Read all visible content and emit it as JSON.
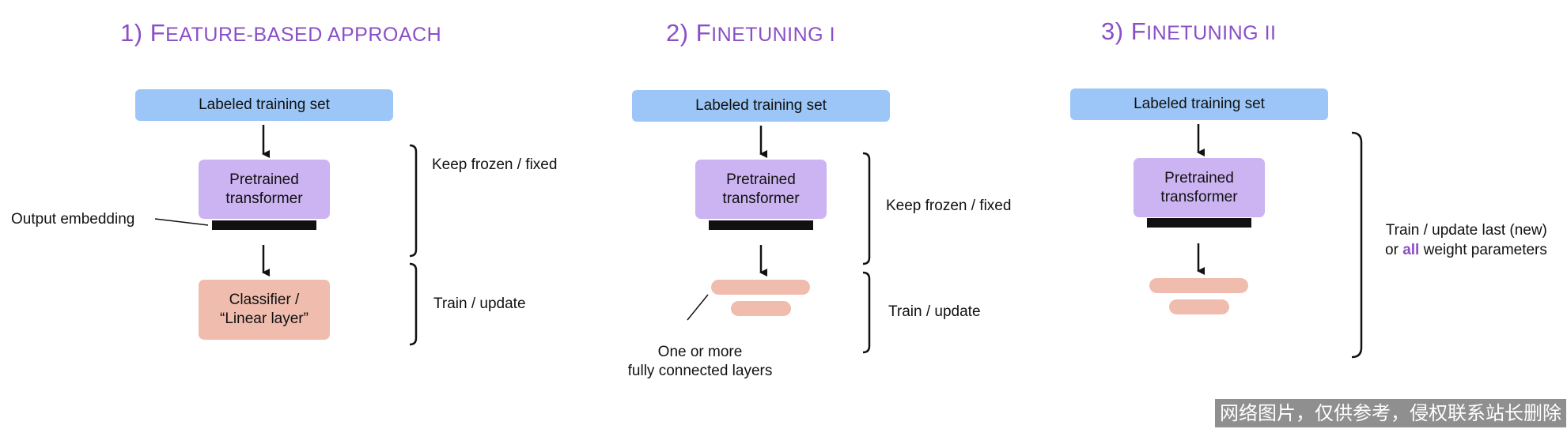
{
  "panels": [
    {
      "num": "1) ",
      "title_first": "F",
      "title_rest": "eature-based approach",
      "input": "Labeled training set",
      "model": "Pretrained\ntransformer",
      "embedding_label": "Output embedding",
      "classifier": "Classifier /\n“Linear layer”",
      "frozen": "Keep frozen / fixed",
      "train": "Train / update"
    },
    {
      "num": "2) ",
      "title_first": "F",
      "title_rest": "inetuning I",
      "input": "Labeled training set",
      "model": "Pretrained\ntransformer",
      "frozen": "Keep frozen / fixed",
      "train": "Train / update",
      "fc_label": "One or more\nfully connected layers"
    },
    {
      "num": "3) ",
      "title_first": "F",
      "title_rest": "inetuning II",
      "input": "Labeled training set",
      "model": "Pretrained\ntransformer",
      "train_line1": "Train / update last (new)",
      "train_line2_pre": "or ",
      "train_line2_bold": "all",
      "train_line2_post": " weight parameters"
    }
  ],
  "watermark": "网络图片，仅供参考，侵权联系站长删除",
  "colors": {
    "title": "#8a4fc6",
    "input_box": "#9cc6f7",
    "model_box": "#ccb3f2",
    "head": "#efbcae",
    "embedding_bar": "#111111"
  }
}
